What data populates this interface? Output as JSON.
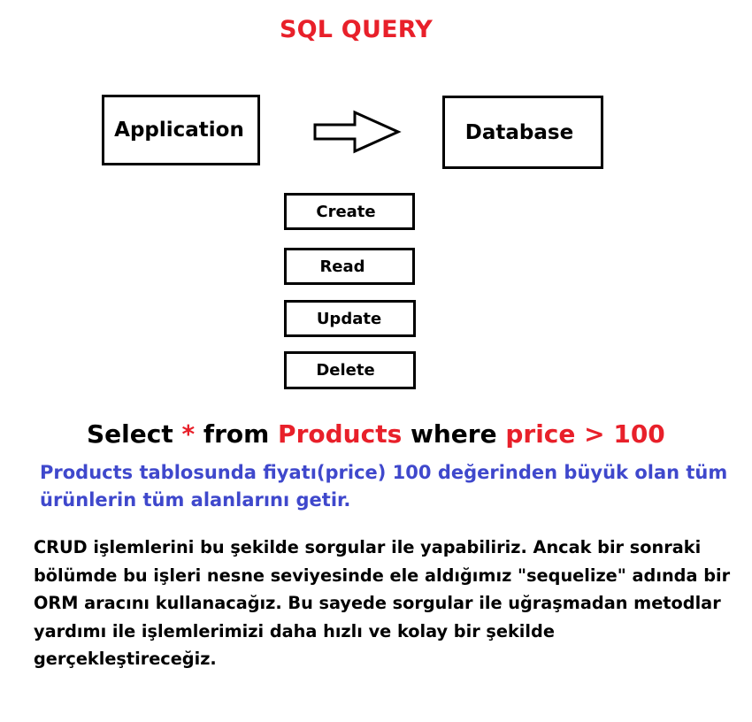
{
  "title": "SQL QUERY",
  "diagram": {
    "source_label": "Application",
    "target_label": "Database",
    "operations": [
      "Create",
      "Read",
      "Update",
      "Delete"
    ]
  },
  "query": {
    "select": "Select",
    "star": "*",
    "from": "from",
    "table": "Products",
    "where": "where",
    "condition": "price > 100"
  },
  "description": "Products tablosunda fiyatı(price) 100 değerinden büyük olan tüm ürünlerin tüm alanlarını getir.",
  "paragraph": "CRUD işlemlerini bu şekilde sorgular ile yapabiliriz. Ancak bir sonraki bölümde bu işleri nesne seviyesinde ele aldığımız \"sequelize\" adında bir ORM aracını kullanacağız. Bu sayede sorgular ile uğraşmadan metodlar yardımı ile işlemlerimizi daha hızlı ve kolay bir şekilde gerçekleştireceğiz.",
  "colors": {
    "title": "#e8202a",
    "keyword_red": "#e8202a",
    "description_blue": "#3f48cc",
    "text": "#000000"
  }
}
